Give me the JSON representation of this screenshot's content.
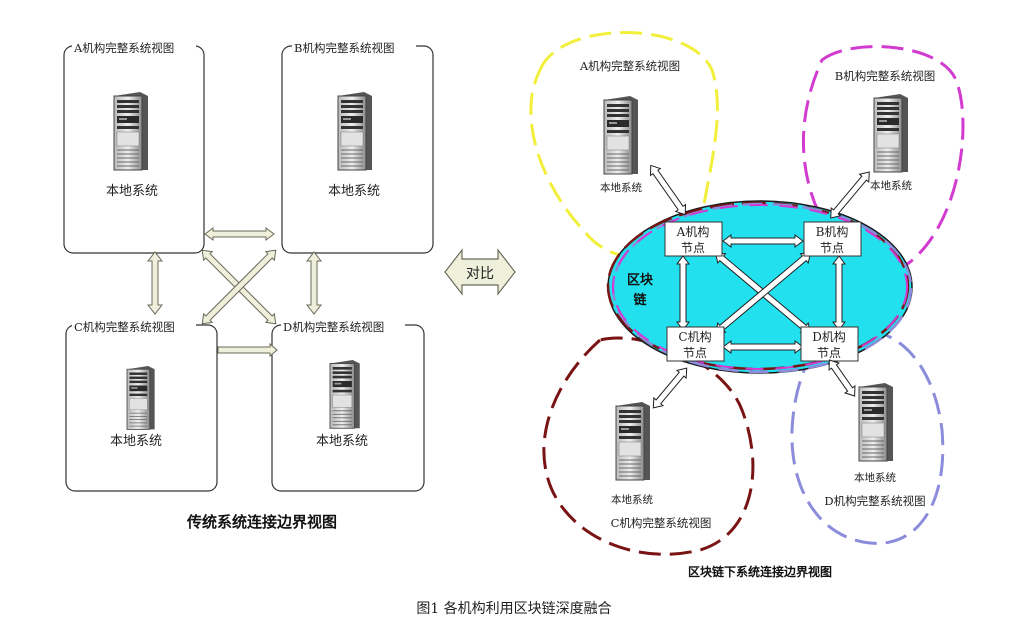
{
  "left_panel": {
    "boxes": [
      {
        "title": "A机构完整系统视图",
        "label": "本地系统"
      },
      {
        "title": "B机构完整系统视图",
        "label": "本地系统"
      },
      {
        "title": "C机构完整系统视图",
        "label": "本地系统"
      },
      {
        "title": "D机构完整系统视图",
        "label": "本地系统"
      }
    ],
    "caption": "传统系统连接边界视图"
  },
  "compare_label": "对比",
  "right_panel": {
    "blockchain_label": "区块\n链",
    "nodes": [
      {
        "line1": "A机构",
        "line2": "节点"
      },
      {
        "line1": "B机构",
        "line2": "节点"
      },
      {
        "line1": "C机构",
        "line2": "节点"
      },
      {
        "line1": "D机构",
        "line2": "节点"
      }
    ],
    "views": [
      {
        "title": "A机构完整系统视图",
        "label": "本地系统",
        "color": "#f2ef3a"
      },
      {
        "title": "B机构完整系统视图",
        "label": "本地系统",
        "color": "#d23bd0"
      },
      {
        "title": "C机构完整系统视图",
        "label": "本地系统",
        "color": "#7a1414"
      },
      {
        "title": "D机构完整系统视图",
        "label": "本地系统",
        "color": "#8c8cdc"
      }
    ],
    "caption": "区块链下系统连接边界视图"
  },
  "figure_caption": "图1 各机构利用区块链深度融合",
  "colors": {
    "blockchain_fill": "#22e0ee",
    "arrow_fill": "#eef0dc",
    "arrow_stroke": "#6a6a5a"
  }
}
